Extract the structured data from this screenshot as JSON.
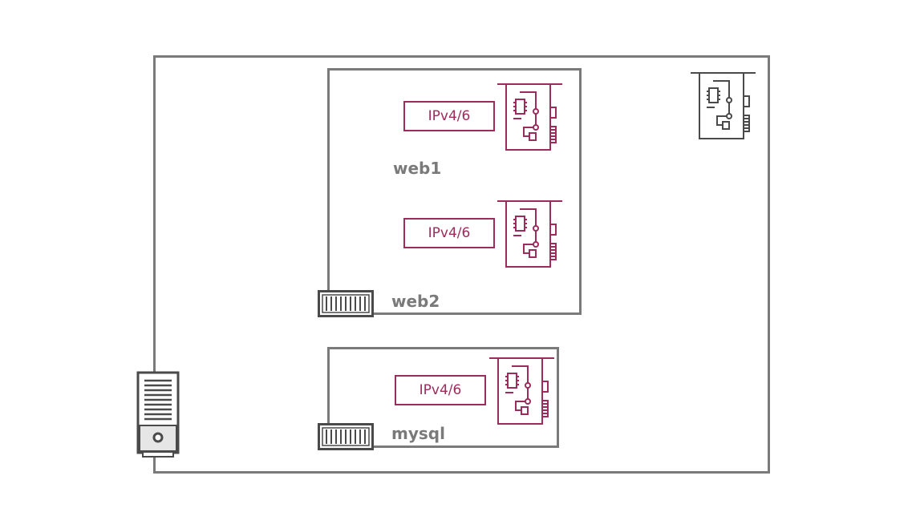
{
  "colors": {
    "frame": "#7a7a7a",
    "accent": "#9b2c5c",
    "icon_dark": "#4a4a4a"
  },
  "host": {
    "icon": "server-tower-icon",
    "nic_icon": "network-card-icon"
  },
  "containers": [
    {
      "name": "web1",
      "address_label": "IPv4/6",
      "nic_icon": "network-card-icon"
    },
    {
      "name": "web2",
      "address_label": "IPv4/6",
      "nic_icon": "network-card-icon",
      "container_icon": "container-icon"
    },
    {
      "name": "mysql",
      "address_label": "IPv4/6",
      "nic_icon": "network-card-icon",
      "container_icon": "container-icon"
    }
  ]
}
